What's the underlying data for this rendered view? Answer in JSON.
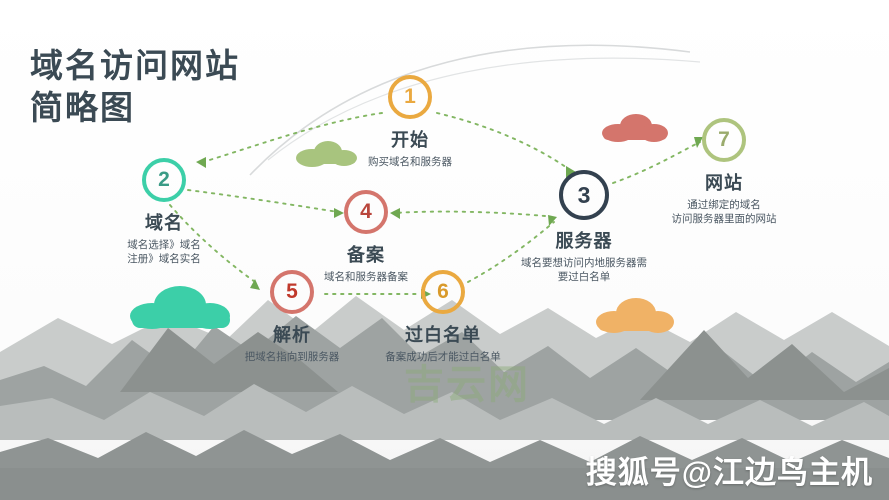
{
  "title": {
    "line1": "域名访问网站",
    "line2": "简略图",
    "text": "域名访问网站\n简略图"
  },
  "colors": {
    "accent_orange": "#eaa940",
    "accent_teal": "#3ccfa8",
    "accent_navy": "#33414f",
    "accent_salmon": "#d4756c",
    "accent_red": "#d4544c",
    "accent_olive": "#aec47e",
    "arrow_green": "#7cb35a",
    "title_gray": "#3b4a54"
  },
  "nodes": [
    {
      "number": "1",
      "title": "开始",
      "desc": "购买域名和服务器",
      "color": "#eaa940",
      "num_color": "#eaa940"
    },
    {
      "number": "2",
      "title": "域名",
      "desc": "域名选择》域名\n注册》域名实名",
      "color": "#3ccfa8",
      "num_color": "#3a9b86"
    },
    {
      "number": "3",
      "title": "服务器",
      "desc": "域名要想访问内地服务器需\n要过白名单",
      "color": "#33414f",
      "num_color": "#33414f"
    },
    {
      "number": "4",
      "title": "备案",
      "desc": "域名和服务器备案",
      "color": "#d4756c",
      "num_color": "#b9463c"
    },
    {
      "number": "5",
      "title": "解析",
      "desc": "把域名指向到服务器",
      "color": "#d4756c",
      "num_color": "#c0392b"
    },
    {
      "number": "6",
      "title": "过白名单",
      "desc": "备案成功后才能过白名单",
      "color": "#eaa940",
      "num_color": "#d99a2b"
    },
    {
      "number": "7",
      "title": "网站",
      "desc": "通过绑定的域名\n访问服务器里面的网站",
      "color": "#aec47e",
      "num_color": "#9aab6d"
    }
  ],
  "clouds": [
    {
      "name": "cloud-green-small",
      "color": "#a8c47e"
    },
    {
      "name": "cloud-salmon",
      "color": "#d4756c"
    },
    {
      "name": "cloud-mint-large",
      "color": "#3ccfa8"
    },
    {
      "name": "cloud-orange",
      "color": "#f0b266"
    }
  ],
  "flow": {
    "edges": [
      {
        "from": "1",
        "to": "2"
      },
      {
        "from": "1",
        "to": "3"
      },
      {
        "from": "2",
        "to": "4"
      },
      {
        "from": "2",
        "to": "5"
      },
      {
        "from": "4",
        "to": "3"
      },
      {
        "from": "5",
        "to": "6"
      },
      {
        "from": "6",
        "to": "3"
      },
      {
        "from": "3",
        "to": "7"
      }
    ]
  },
  "watermarks": {
    "main": "搜狐号@江边鸟主机",
    "ghost": "吉云网"
  }
}
